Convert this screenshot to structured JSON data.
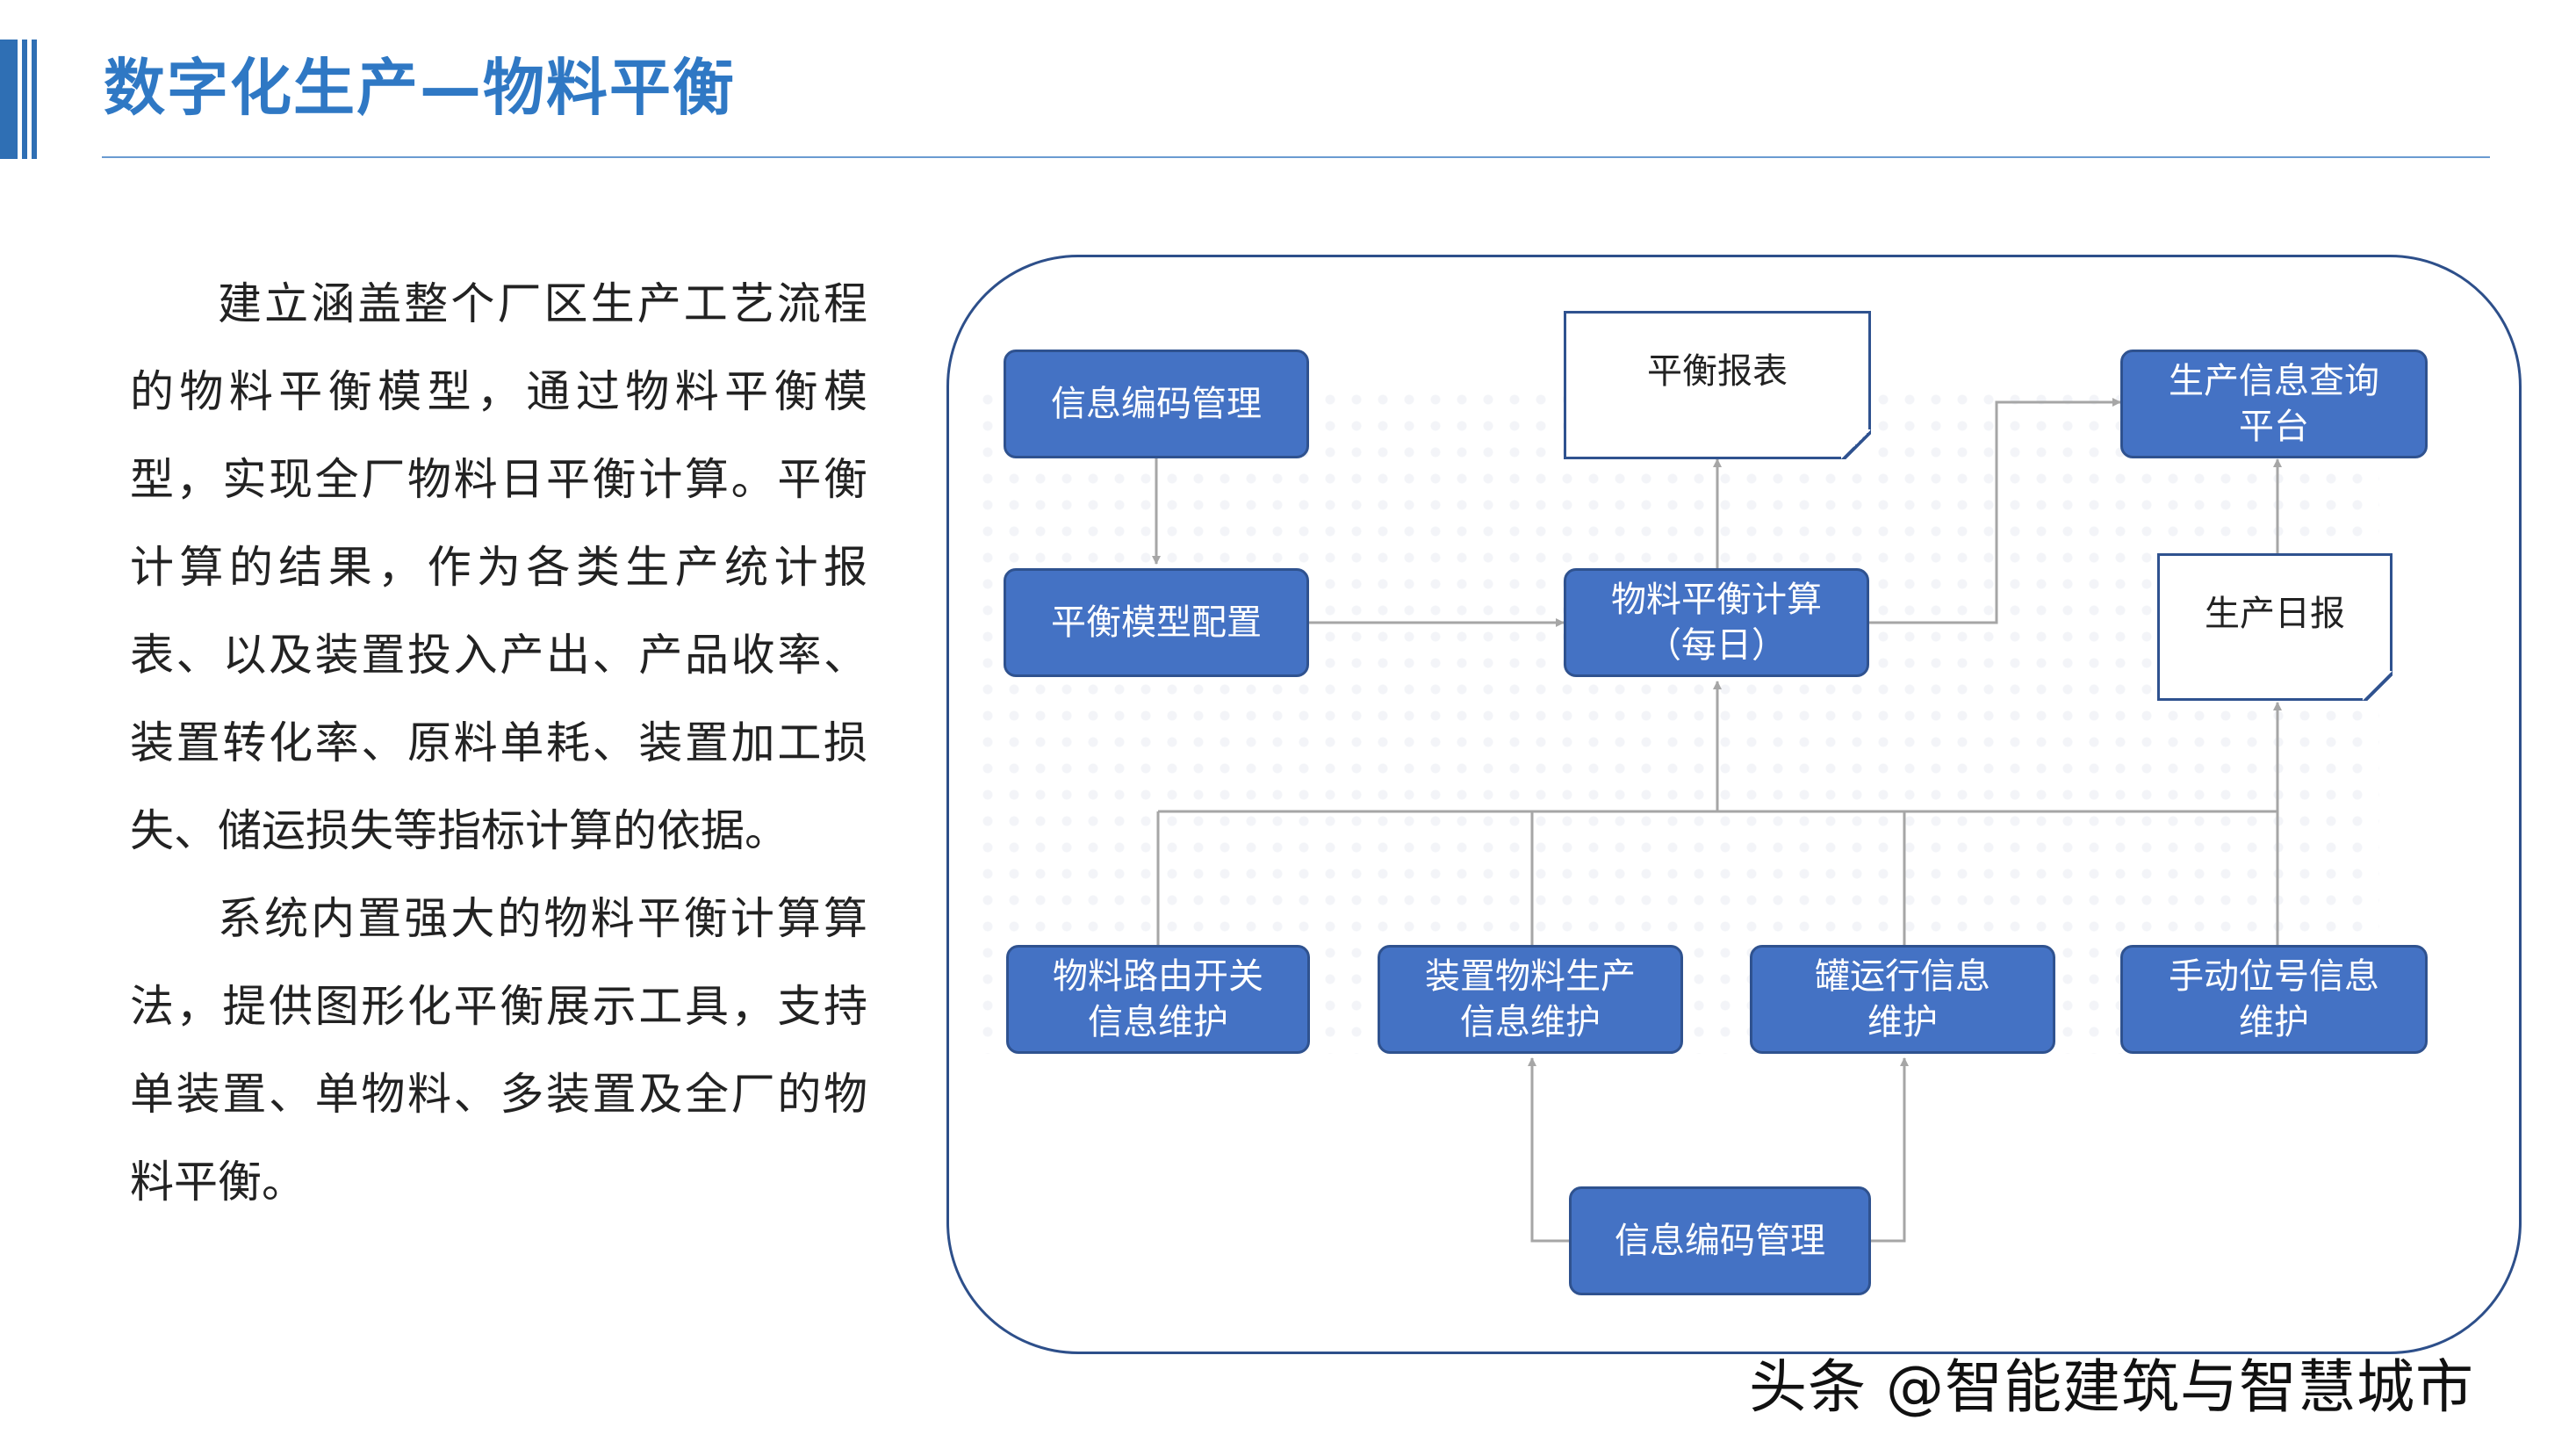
{
  "header": {
    "title": "数字化生产—物料平衡",
    "accent_color": "#2f6fb4",
    "title_color": "#2f78c4"
  },
  "body": {
    "paragraph_1": "建立涵盖整个厂区生产工艺流程的物料平衡模型，通过物料平衡模型，实现全厂物料日平衡计算。平衡计算的结果，作为各类生产统计报表、以及装置投入产出、产品收率、装置转化率、原料单耗、装置加工损失、储运损失等指标计算的依据。",
    "paragraph_2": "系统内置强大的物料平衡计算算法，提供图形化平衡展示工具，支持单装置、单物料、多装置及全厂的物料平衡。"
  },
  "diagram": {
    "node_color": "#4472c4",
    "nodes": {
      "info_code_top": "信息编码管理",
      "balance_model_config": "平衡模型配置",
      "balance_report": "平衡报表",
      "balance_calc": "物料平衡计算\n（每日）",
      "prod_info_platform": "生产信息查询\n平台",
      "daily_report": "生产日报",
      "route_switch": "物料路由开关\n信息维护",
      "unit_production": "装置物料生产\n信息维护",
      "tank_operation": "罐运行信息\n维护",
      "manual_level": "手动位号信息\n维护",
      "info_code_bottom": "信息编码管理"
    }
  },
  "watermark": "头条 @智能建筑与智慧城市"
}
